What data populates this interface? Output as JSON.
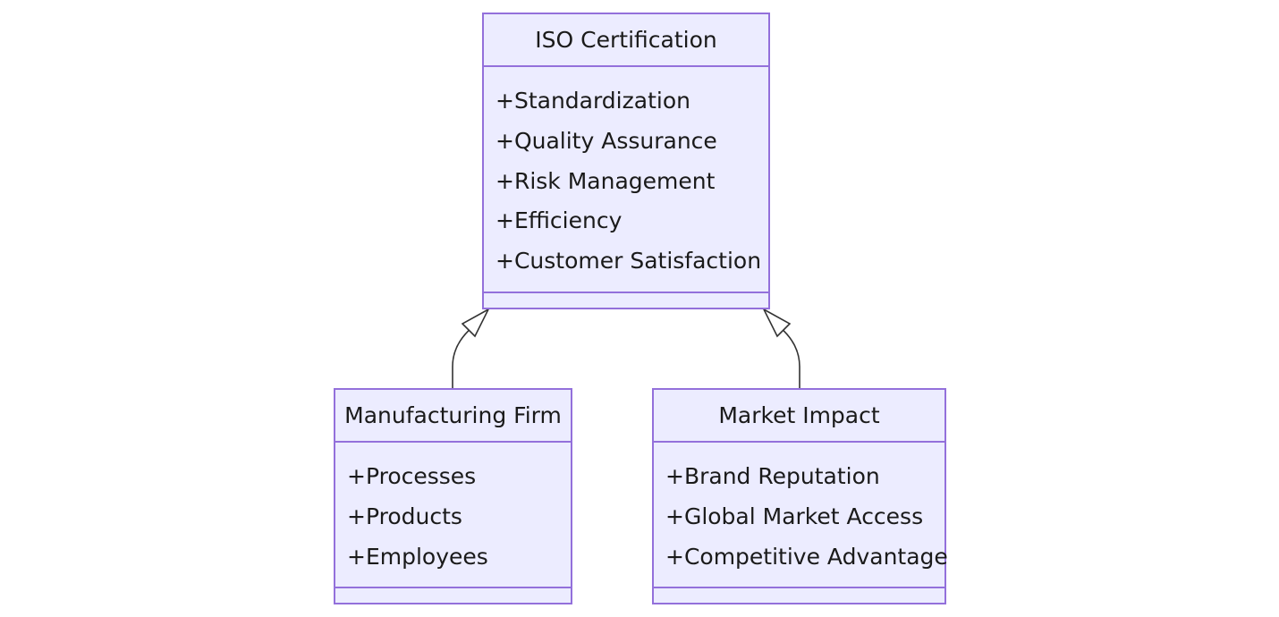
{
  "diagram": {
    "type": "class-diagram",
    "classes": [
      {
        "id": "iso",
        "name": "ISO Certification",
        "attributes": [
          "+Standardization",
          "+Quality Assurance",
          "+Risk Management",
          "+Efficiency",
          "+Customer Satisfaction"
        ],
        "methods": []
      },
      {
        "id": "mfg",
        "name": "Manufacturing Firm",
        "attributes": [
          "+Processes",
          "+Products",
          "+Employees"
        ],
        "methods": []
      },
      {
        "id": "mkt",
        "name": "Market Impact",
        "attributes": [
          "+Brand Reputation",
          "+Global Market Access",
          "+Competitive Advantage"
        ],
        "methods": []
      }
    ],
    "relations": [
      {
        "from": "Manufacturing Firm",
        "to": "ISO Certification",
        "type": "inheritance"
      },
      {
        "from": "Market Impact",
        "to": "ISO Certification",
        "type": "inheritance"
      }
    ],
    "colors": {
      "fill": "#ececff",
      "border": "#9370db",
      "edge": "#333333",
      "text": "#1a1a1a"
    }
  }
}
